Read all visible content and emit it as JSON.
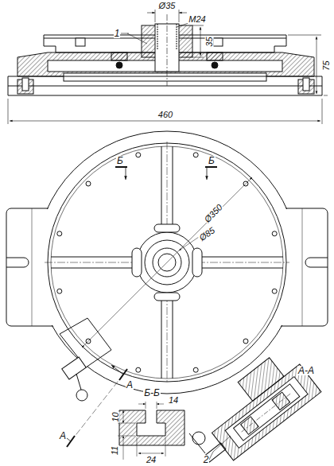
{
  "diagram": {
    "labels": [
      "1",
      "Ø35",
      "M24",
      "35",
      "75",
      "460",
      "Б",
      "Б",
      "Ø350",
      "Ø85",
      "А",
      "А",
      "А-А",
      "Б-Б",
      "14",
      "10",
      "11",
      "24",
      "2"
    ]
  }
}
